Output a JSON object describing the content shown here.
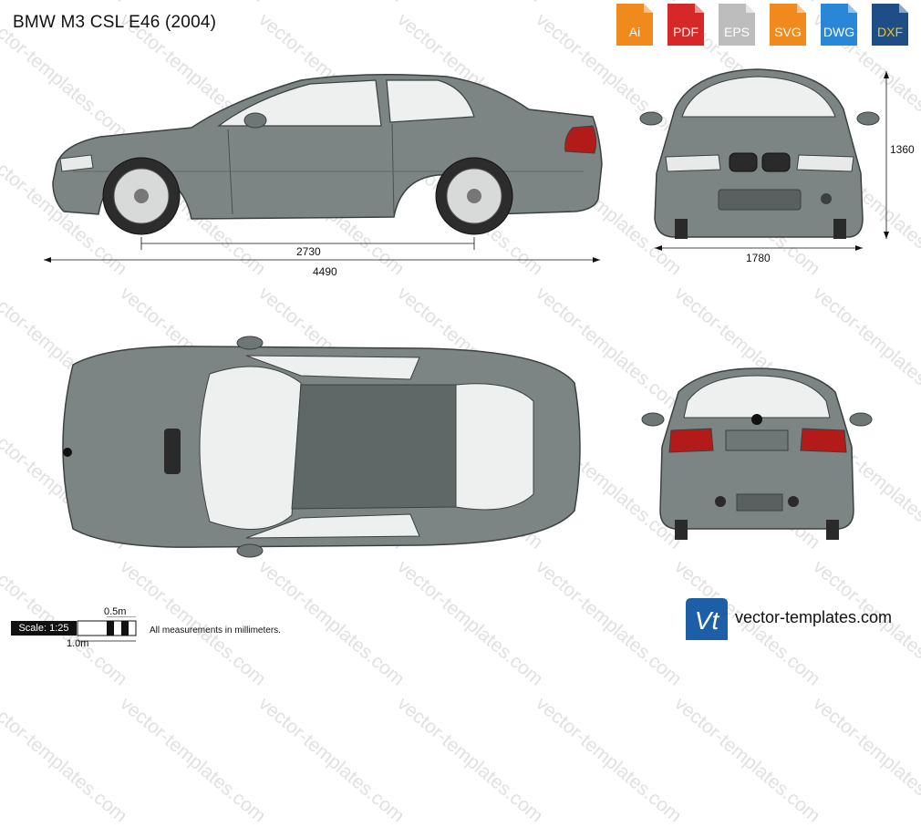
{
  "title": "BMW M3 CSL E46 (2004)",
  "formats": [
    {
      "label": "Ai",
      "color": "#f08a1c",
      "icon": "ai-file-icon"
    },
    {
      "label": "PDF",
      "color": "#d62828",
      "icon": "pdf-file-icon"
    },
    {
      "label": "EPS",
      "color": "#bdbdbd",
      "icon": "eps-file-icon"
    },
    {
      "label": "SVG",
      "color": "#f08a1c",
      "icon": "svg-file-icon"
    },
    {
      "label": "DWG",
      "color": "#2a86d6",
      "icon": "dwg-file-icon"
    },
    {
      "label": "DXF",
      "color": "#1f4e86",
      "icon": "dxf-file-icon"
    }
  ],
  "dimensions": {
    "wheelbase": "2730",
    "length": "4490",
    "width": "1780",
    "height": "1360"
  },
  "scale": {
    "label": "Scale: 1:25",
    "half_meter": "0.5m",
    "meter": "1.0m"
  },
  "note": "All measurements in millimeters.",
  "brand": "vector-templates.com",
  "logo_text": "Vt",
  "watermark": "vector-templates.com",
  "colors": {
    "body": "#7c8484",
    "body_dark": "#5f6767",
    "glass": "#eef0f0",
    "tail_light": "#b31b1b",
    "logo_blue": "#1d5fa6"
  }
}
